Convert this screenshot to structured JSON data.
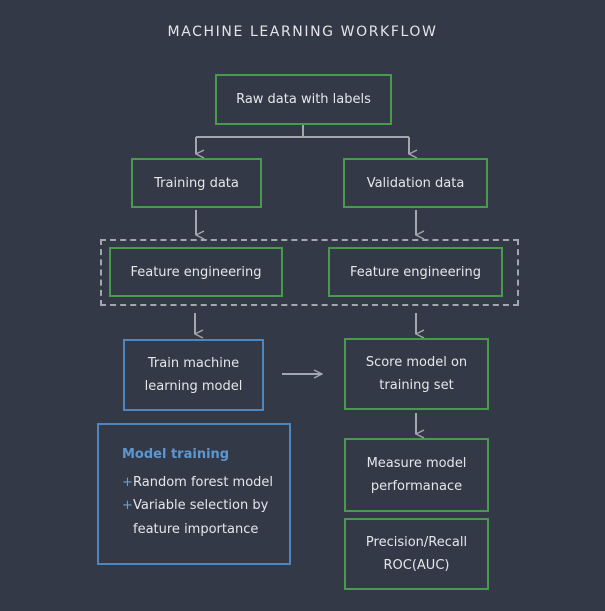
{
  "title": "MACHINE LEARNING WORKFLOW",
  "colors": {
    "background": "#333946",
    "data_box_border": "#4a9a4e",
    "training_box_border": "#4f86bf",
    "arrow": "#a3a7ae",
    "text": "#e4e6ea",
    "accent_heading": "#5d97d2"
  },
  "nodes": {
    "raw": "Raw data with labels",
    "training": "Training data",
    "validation": "Validation data",
    "fe_left": "Feature engineering",
    "fe_right": "Feature engineering",
    "train_model": {
      "line1": "Train machine",
      "line2": "learning model"
    },
    "score": {
      "line1": "Score model on",
      "line2": "training set"
    },
    "measure": {
      "line1": "Measure model",
      "line2": "performanace"
    },
    "metrics": {
      "line1": "Precision/Recall",
      "line2": "ROC(AUC)"
    }
  },
  "model_training": {
    "heading": "Model training",
    "bullet": "+",
    "items": [
      {
        "line1": "Random forest model",
        "line2": ""
      },
      {
        "line1": "Variable selection by",
        "line2": "feature importance"
      }
    ]
  },
  "edges": [
    {
      "from": "raw",
      "to": "training"
    },
    {
      "from": "raw",
      "to": "validation"
    },
    {
      "from": "training",
      "to": "fe_left"
    },
    {
      "from": "validation",
      "to": "fe_right"
    },
    {
      "from": "fe_left",
      "to": "train_model"
    },
    {
      "from": "fe_right",
      "to": "score"
    },
    {
      "from": "train_model",
      "to": "score"
    },
    {
      "from": "score",
      "to": "measure"
    }
  ]
}
